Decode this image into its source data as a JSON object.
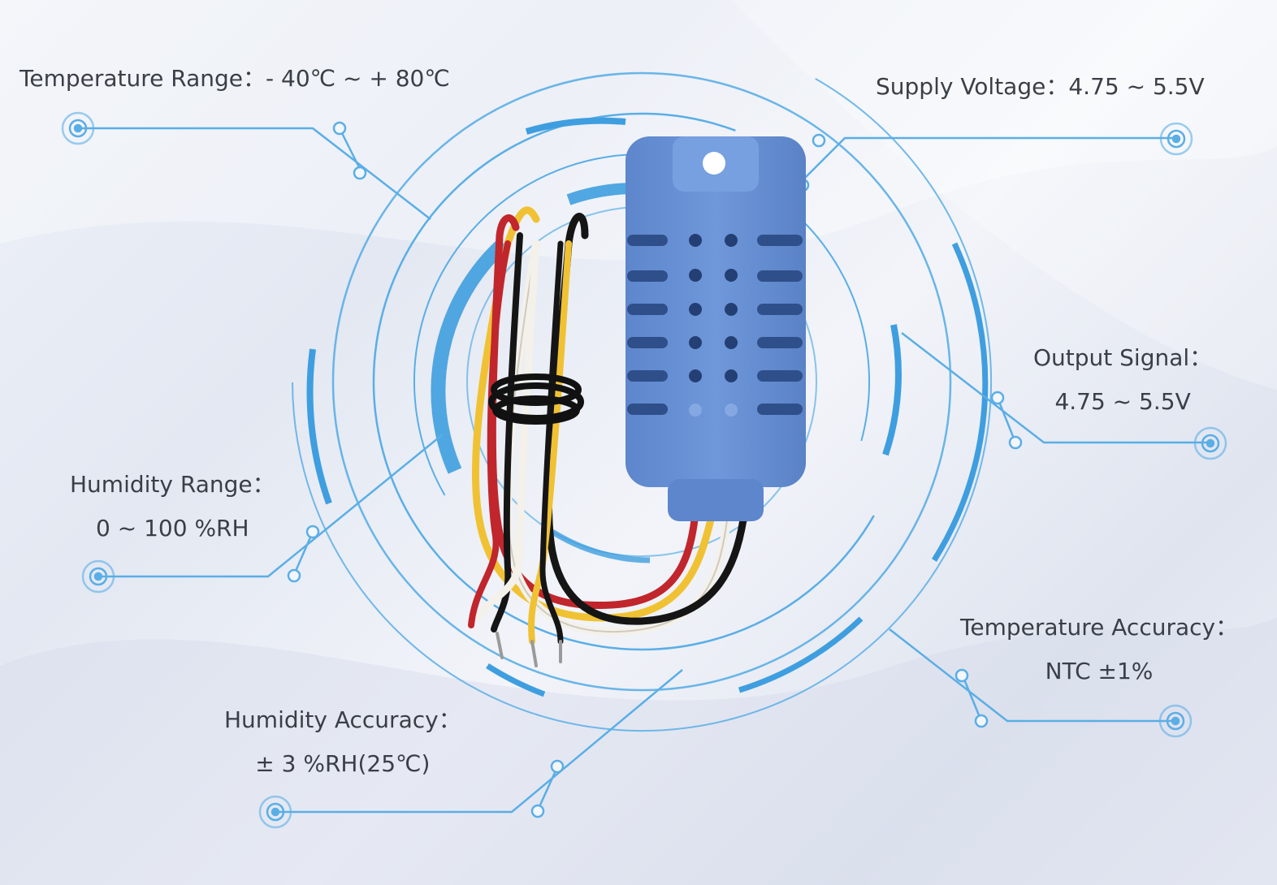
{
  "specs": {
    "temperature_range": {
      "label": "Temperature Range：",
      "value": "- 40℃ ~ + 80℃"
    },
    "supply_voltage": {
      "label": "Supply Voltage：",
      "value": "4.75 ~ 5.5V"
    },
    "output_signal": {
      "label": "Output Signal：",
      "value": "4.75 ~ 5.5V"
    },
    "humidity_range": {
      "label": "Humidity Range：",
      "value": "0 ~ 100 %RH"
    },
    "temperature_accuracy": {
      "label": "Temperature Accuracy：",
      "value": "NTC ±1%"
    },
    "humidity_accuracy": {
      "label": "Humidity Accuracy：",
      "value": "± 3 %RH(25℃)"
    }
  },
  "colors": {
    "circuit_line": "#5aaee6",
    "arc_accent": "#3e9edf",
    "sensor_body": "#6a93d6",
    "sensor_dark": "#4b6fb2",
    "wire_red": "#c0262c",
    "wire_black": "#151515",
    "wire_white": "#f4f1ea",
    "wire_yellow": "#f0c233",
    "text": "#3a3f47"
  },
  "icons": [
    "circuit-node-icon",
    "sensor-module"
  ]
}
